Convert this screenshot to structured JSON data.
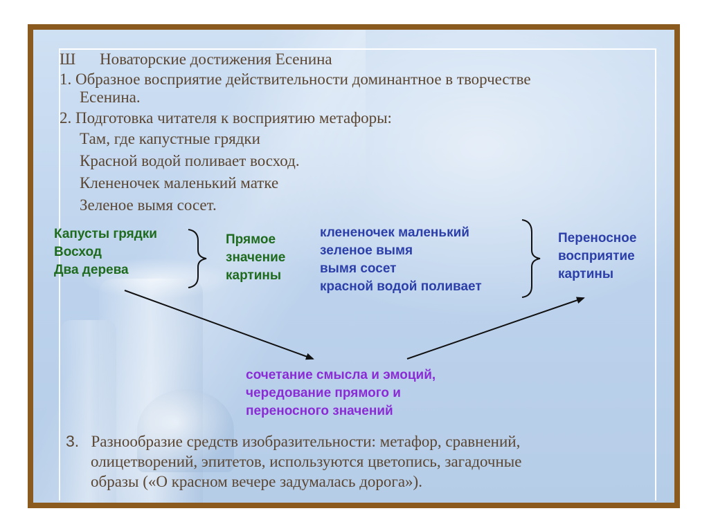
{
  "heading": {
    "number": "Ш",
    "text": "Новаторские достижения Есенина"
  },
  "items": {
    "item1_line1": "1. Образное восприятие действительности доминантное  в творчестве",
    "item1_line2": "Есенина.",
    "item2": "2. Подготовка читателя к восприятию метафоры:"
  },
  "verse": [
    "Там, где капустные грядки",
    "Красной водой поливает восход.",
    "Клененочек маленький матке",
    "Зеленое вымя сосет."
  ],
  "diagram": {
    "green_list": [
      "Капусты грядки",
      "Восход",
      "Два дерева"
    ],
    "literal_label": [
      "Прямое",
      "значение",
      "картины"
    ],
    "blue_list": [
      "клененочек маленький",
      "зеленое вымя",
      "вымя сосет",
      "красной водой поливает"
    ],
    "figurative_label": [
      "Переносное",
      "восприятие",
      "картины"
    ],
    "center_note": [
      "сочетание смысла и эмоций,",
      "чередование прямого и",
      "переносного значений"
    ]
  },
  "item3": {
    "number": "3.",
    "lines": [
      "Разнообразие средств изобразительности: метафор, сравнений,",
      "олицетворений, эпитетов, используются цветопись, загадочные",
      "образы («О красном вечере задумалась дорога»)."
    ]
  },
  "colors": {
    "frame": "#8a5a1e",
    "body_text": "#5a4632",
    "green": "#1e6b1e",
    "blue": "#2c3fa8",
    "purple": "#8a2bd6"
  }
}
